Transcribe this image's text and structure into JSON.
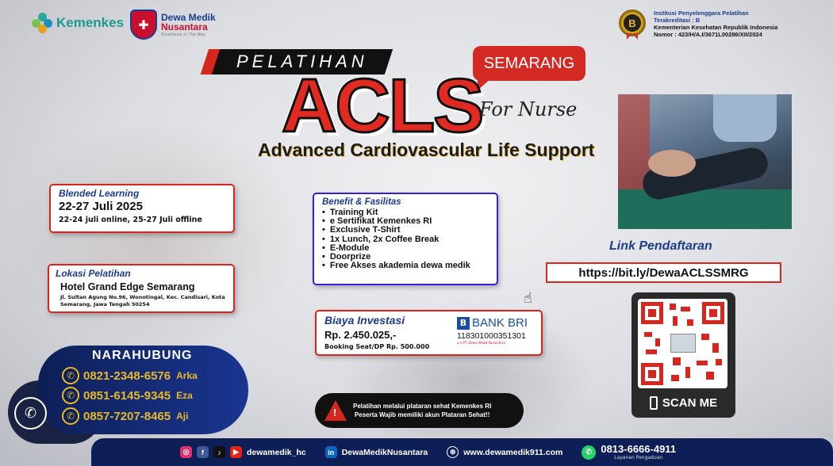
{
  "header": {
    "kemenkes_label": "Kemenkes",
    "dewamedik_line1": "Dewa Medik",
    "dewamedik_line2": "Nusantara",
    "dewamedik_tagline": "Excellence in The Way",
    "accreditation_badge": "B",
    "accreditation_lines": [
      "Institusi Penyelenggara Pelatihan",
      "Terakreditasi : B",
      "Kementerian Kesehatan Republik Indonesia",
      "Nomor : 423/H/A.I/3671L00286/XII/2024"
    ]
  },
  "title": {
    "pelatihan": "PELATIHAN",
    "city": "SEMARANG",
    "acronym": "ACLS",
    "audience": "For Nurse",
    "full_name": "Advanced Cardiovascular Life Support"
  },
  "schedule": {
    "label": "Blended Learning",
    "date": "22-27 Juli 2025",
    "detail": "22-24 juli online, 25-27 Juli offline"
  },
  "location": {
    "label": "Lokasi Pelatihan",
    "venue": "Hotel Grand Edge Semarang",
    "address_line1": "Jl. Sultan Agung No.96, Wonotingal, Kec. Candisari, Kota",
    "address_line2": "Semarang, Jawa Tengah 50254"
  },
  "benefits": {
    "label": "Benefit & Fasilitas",
    "items": [
      "Training Kit",
      "e Sertifikat Kemenkes RI",
      "Exclusive T-Shirt",
      "1x Lunch, 2x Coffee Break",
      "E-Module",
      "Doorprize",
      "Free Akses akademia dewa medik"
    ]
  },
  "investment": {
    "label": "Biaya Investasi",
    "price": "Rp. 2.450.025,-",
    "booking": "Booking Seat/DP Rp. 500.000",
    "bank_name": "BANK BRI",
    "account_number": "118301000351301",
    "account_holder": "a.n PT. Dewa Medik Nusantara"
  },
  "registration": {
    "label": "Link Pendaftaran",
    "url": "https://bit.ly/DewaACLSSMRG",
    "scan_label": "SCAN ME"
  },
  "contacts": {
    "title": "NARAHUBUNG",
    "people": [
      {
        "phone": "0821-2348-6576",
        "name": "Arka"
      },
      {
        "phone": "0851-6145-9345",
        "name": "Eza"
      },
      {
        "phone": "0857-7207-8465",
        "name": "Aji"
      }
    ]
  },
  "warning": {
    "line1": "Pelatihan melalui plataran sehat Kemenkes RI",
    "line2": "Peserta Wajib memiliki akun Plataran Sehat!!"
  },
  "footer": {
    "social_handle": "dewamedik_hc",
    "linkedin": "DewaMedikNusantara",
    "website": "www.dewamedik911.com",
    "phone": "0813-6666-4911",
    "phone_caption": "Layanan Pengaduan"
  },
  "colors": {
    "accent_red": "#d7261e",
    "navy": "#0e1f57",
    "gold": "#e6b82a",
    "blue_label": "#1b3b8c"
  }
}
